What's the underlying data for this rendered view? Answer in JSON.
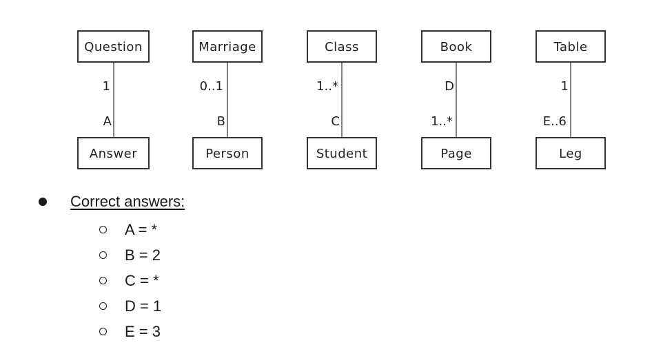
{
  "classes": [
    {
      "top": "Question",
      "bottom": "Answer",
      "top_mult": "1",
      "bottom_mult": "A"
    },
    {
      "top": "Marriage",
      "bottom": "Person",
      "top_mult": "0..1",
      "bottom_mult": "B"
    },
    {
      "top": "Class",
      "bottom": "Student",
      "top_mult": "1..*",
      "bottom_mult": "C"
    },
    {
      "top": "Book",
      "bottom": "Page",
      "top_mult": "D",
      "bottom_mult": "1..*"
    },
    {
      "top": "Table",
      "bottom": "Leg",
      "top_mult": "1",
      "bottom_mult": "E..6"
    }
  ],
  "answers": {
    "heading": "Correct answers:",
    "items": [
      "A = *",
      "B = 2",
      "C = *",
      "D = 1",
      "E = 3"
    ]
  }
}
